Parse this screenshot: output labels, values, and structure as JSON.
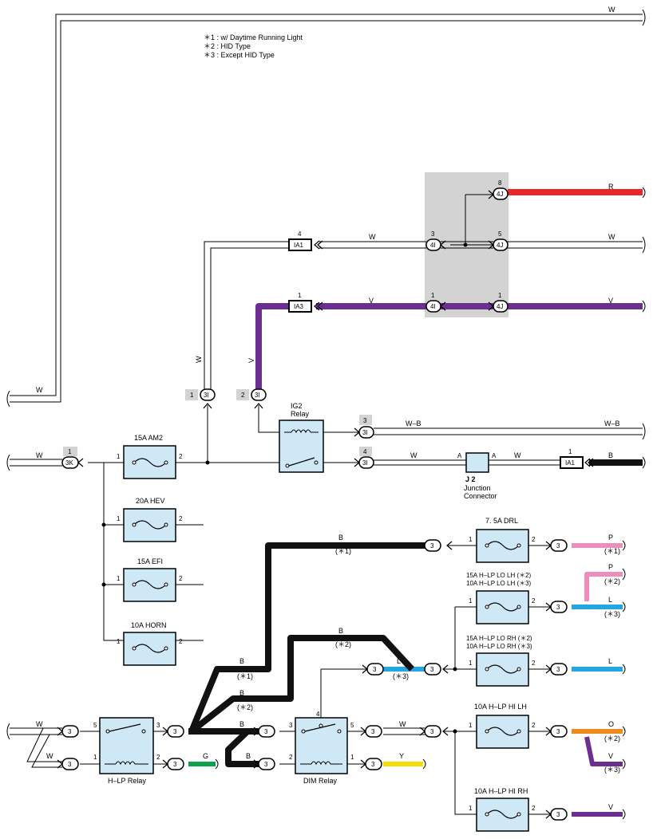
{
  "notes": [
    "＊1 : w/ Daytime Running Light",
    "＊2 : HID Type",
    "＊3 : Except HID Type"
  ],
  "colors": {
    "red": "#e8262b",
    "violet": "#6b2f8f",
    "black": "#111111",
    "blue": "#22a7e0",
    "pink": "#ee8cbc",
    "orange": "#f08a1c",
    "green": "#0aa14b",
    "yellow": "#f5dd0a",
    "component_fill": "#cfe8f6",
    "junction_gray": "#d3d3d3"
  },
  "fuses": {
    "am2": "15A AM2",
    "hev": "20A HEV",
    "efi": "15A EFI",
    "horn": "10A HORN",
    "drl": "7. 5A DRL",
    "lo_lh_1": "15A H–LP LO LH (＊2)",
    "lo_lh_2": "10A H–LP LO LH (＊3)",
    "lo_rh_1": "15A H–LP LO RH (＊2)",
    "lo_rh_2": "10A H–LP LO RH (＊3)",
    "hi_lh": "10A H–LP HI LH",
    "hi_rh": "10A H–LP HI RH"
  },
  "relays": {
    "ig2": [
      "IG2",
      "Relay"
    ],
    "hlp": "H–LP Relay",
    "dim": "DIM Relay"
  },
  "junction": {
    "name": "J 2",
    "sub1": "Junction",
    "sub2": "Connector",
    "pin_left": "A",
    "pin_right": "A"
  },
  "connectors": {
    "ia1": "IA1",
    "ia3": "IA3",
    "4i": "4I",
    "4j": "4J",
    "3i": "3I",
    "3k": "3K",
    "3": "3"
  },
  "pins": {
    "1": "1",
    "2": "2",
    "3": "3",
    "4": "4",
    "5": "5",
    "8": "8"
  },
  "wires": {
    "w": "W",
    "r": "R",
    "v": "V",
    "wb": "W–B",
    "b": "B",
    "l": "L",
    "p": "P",
    "o": "O",
    "g": "G",
    "y": "Y"
  },
  "notes_short": {
    "n1": "(＊1)",
    "n2": "(＊2)",
    "n3": "(＊3)"
  }
}
